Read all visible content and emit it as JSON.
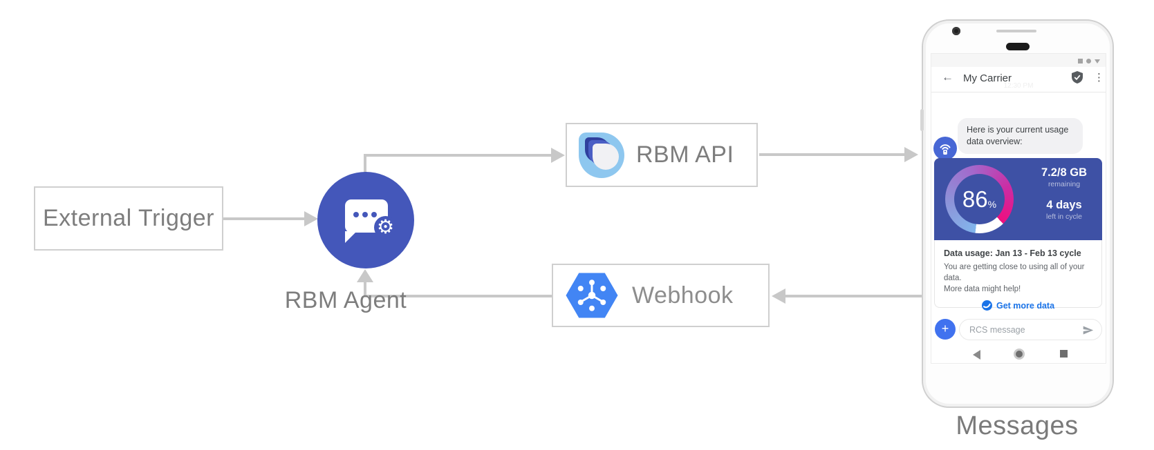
{
  "diagram": {
    "external_trigger_label": "External Trigger",
    "rbm_agent_label": "RBM Agent",
    "rbm_api_label": "RBM API",
    "webhook_label": "Webhook",
    "phone_caption": "Messages"
  },
  "phone": {
    "header": {
      "title": "My Carrier"
    },
    "timestamp": "12:30 PM",
    "chat_message": {
      "line1": "Here is your current usage",
      "line2": "data overview:"
    },
    "usage_card": {
      "percent": "86",
      "percent_sign": "%",
      "quota": "7.2/8 GB",
      "quota_caption": "remaining",
      "days_left": "4 days",
      "days_caption": "left in cycle",
      "title": "Data usage: Jan 13 - Feb 13 cycle",
      "body_line1": "You are getting close to using all of your data.",
      "body_line2": "More data might help!",
      "action_label": "Get more data"
    },
    "compose": {
      "placeholder": "RCS message"
    }
  },
  "icons": {
    "back_arrow": "←",
    "overflow_menu": "⋮",
    "gear": "⚙",
    "plus": "+"
  },
  "gauge": {
    "type": "donut",
    "percent": 86,
    "remaining_percent": 14,
    "arc_colors": [
      "#82b6ec",
      "#8d92d8",
      "#a468cb",
      "#cb2da4",
      "#ee0f7f"
    ],
    "gap_color": "#ffffff"
  },
  "colors": {
    "agent_circle": "#4457ba",
    "card_blue": "#3e51a5",
    "link_blue": "#1a73e8",
    "gcp_blue": "#4285f4",
    "rbm_logo_light_blue": "#8ec7ef",
    "arrow_gray": "#c8c8c8"
  }
}
